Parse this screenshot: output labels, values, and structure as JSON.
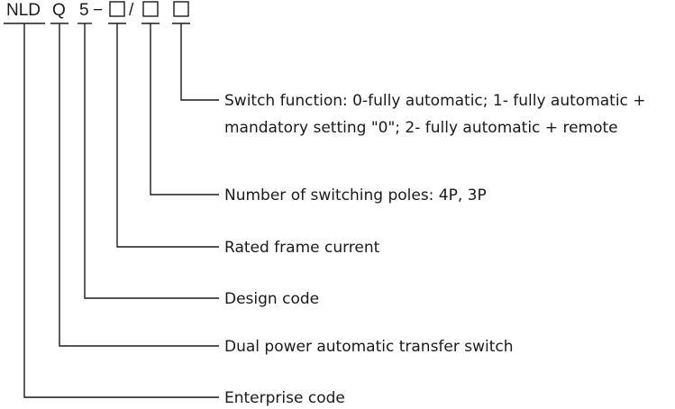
{
  "code": {
    "prefix": "NLD",
    "type": "Q",
    "design": "5",
    "dash": "−",
    "slash": "/"
  },
  "labels": {
    "function_line1": "Switch function: 0-fully automatic; 1- fully automatic +",
    "function_line2": "mandatory setting \"0\"; 2- fully automatic + remote",
    "poles": "Number of switching poles: 4P, 3P",
    "frame_current": "Rated frame current",
    "design_code": "Design code",
    "transfer_switch": "Dual power automatic transfer switch",
    "enterprise": "Enterprise code"
  },
  "colors": {
    "ink": "#1a1a1a",
    "background": "#ffffff"
  }
}
